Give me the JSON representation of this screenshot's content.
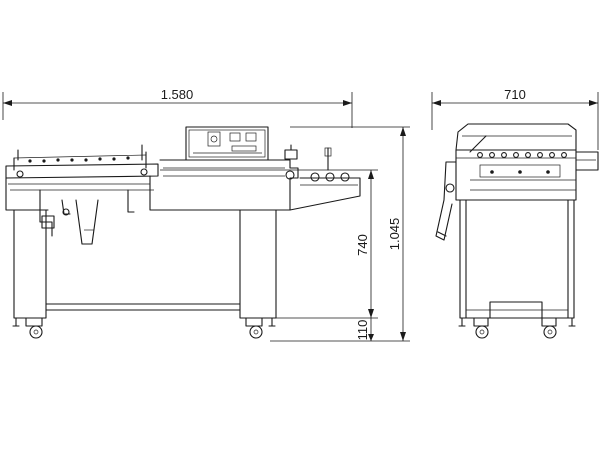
{
  "dimensions": {
    "overall_length": "1.580",
    "overall_width": "710",
    "overall_height": "1.045",
    "work_height": "740",
    "base_height": "110"
  },
  "colors": {
    "line": "#1a1a1a",
    "background": "#ffffff"
  }
}
